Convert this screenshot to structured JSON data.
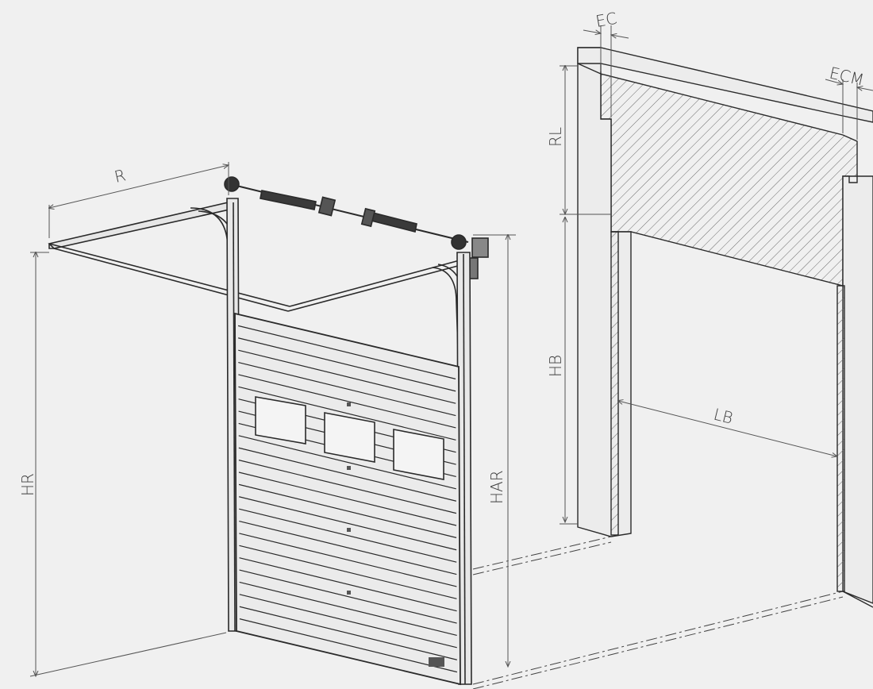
{
  "diagram": {
    "colors": {
      "background": "#f0f0f0",
      "line": "#2a2a2a",
      "dim": "#555555",
      "hatch": "#6a6a6a"
    },
    "labels": {
      "r": "R",
      "hr": "HR",
      "har": "HAR",
      "ec": "EC",
      "ecm": "ECM",
      "rl": "RL",
      "hb": "HB",
      "lb": "LB"
    }
  }
}
